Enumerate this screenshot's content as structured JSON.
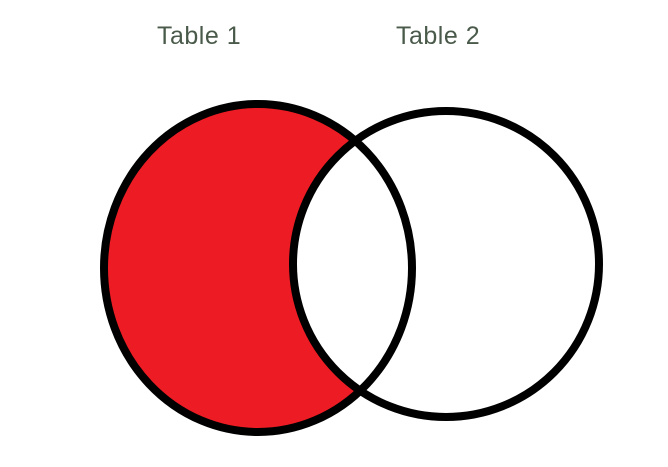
{
  "labels": {
    "left": "Table 1",
    "right": "Table 2"
  },
  "colors": {
    "highlight": "#ed1c24",
    "outline": "#000000",
    "label": "#4a5a4a",
    "background": "#ffffff"
  },
  "highlighted_region": "left-only"
}
